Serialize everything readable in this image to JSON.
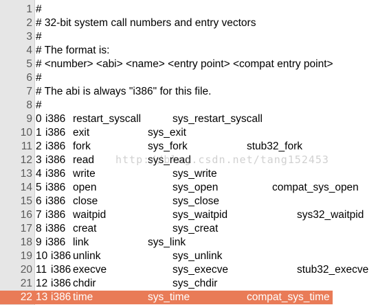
{
  "colors": {
    "gutter": "#e6e6e6",
    "highlight": "#e97b57",
    "watermark": "#aaaaaa"
  },
  "lines": [
    {
      "n": "1",
      "text": "#"
    },
    {
      "n": "2",
      "text": "# 32-bit system call numbers and entry vectors"
    },
    {
      "n": "3",
      "text": "#"
    },
    {
      "n": "4",
      "text": "# The format is:"
    },
    {
      "n": "5",
      "text": "# <number> <abi> <name> <entry point> <compat entry point>"
    },
    {
      "n": "6",
      "text": "#"
    },
    {
      "n": "7",
      "text": "# The abi is always \"i386\" for this file."
    },
    {
      "n": "8",
      "text": "#"
    },
    {
      "n": "9",
      "num": "0",
      "abi": "i386",
      "name": "restart_syscall",
      "entry": "sys_restart_syscall",
      "entry_col": 2,
      "compat": ""
    },
    {
      "n": "10",
      "num": "1",
      "abi": "i386",
      "name": "exit",
      "entry": "sys_exit",
      "entry_col": 1,
      "compat": ""
    },
    {
      "n": "11",
      "num": "2",
      "abi": "i386",
      "name": "fork",
      "entry": "sys_fork",
      "entry_col": 1,
      "compat": "stub32_fork",
      "compat_col": 1
    },
    {
      "n": "12",
      "num": "3",
      "abi": "i386",
      "name": "read",
      "entry": "sys_read",
      "entry_col": 1,
      "compat": ""
    },
    {
      "n": "13",
      "num": "4",
      "abi": "i386",
      "name": "write",
      "entry": "sys_write",
      "entry_col": 2,
      "compat": ""
    },
    {
      "n": "14",
      "num": "5",
      "abi": "i386",
      "name": "open",
      "entry": "sys_open",
      "entry_col": 2,
      "compat": "compat_sys_open",
      "compat_col": 2
    },
    {
      "n": "15",
      "num": "6",
      "abi": "i386",
      "name": "close",
      "entry": "sys_close",
      "entry_col": 2,
      "compat": ""
    },
    {
      "n": "16",
      "num": "7",
      "abi": "i386",
      "name": "waitpid",
      "entry": "sys_waitpid",
      "entry_col": 2,
      "compat": "sys32_waitpid",
      "compat_col": 3
    },
    {
      "n": "17",
      "num": "8",
      "abi": "i386",
      "name": "creat",
      "entry": "sys_creat",
      "entry_col": 2,
      "compat": ""
    },
    {
      "n": "18",
      "num": "9",
      "abi": "i386",
      "name": "link",
      "entry": "sys_link",
      "entry_col": 1,
      "compat": ""
    },
    {
      "n": "19",
      "num": "10",
      "abi": "i386",
      "name": "unlink",
      "entry": "sys_unlink",
      "entry_col": 2,
      "compat": ""
    },
    {
      "n": "20",
      "num": "11",
      "abi": "i386",
      "name": "execve",
      "entry": "sys_execve",
      "entry_col": 2,
      "compat": "stub32_execve",
      "compat_col": 3
    },
    {
      "n": "21",
      "num": "12",
      "abi": "i386",
      "name": "chdir",
      "entry": "sys_chdir",
      "entry_col": 2,
      "compat": ""
    },
    {
      "n": "22",
      "num": "13",
      "abi": "i386",
      "name": "time",
      "entry": "sys_time",
      "entry_col": 1,
      "compat": "compat_sys_time",
      "compat_col": 1,
      "selected": true
    }
  ],
  "watermark": "http://blog.csdn.net/tang152453"
}
